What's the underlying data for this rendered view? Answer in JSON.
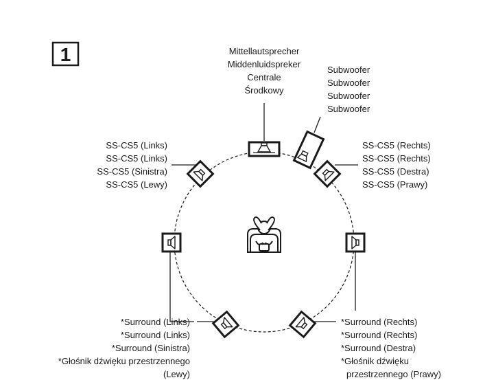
{
  "figure": {
    "step_number": "1",
    "colors": {
      "ink": "#1a1a1a",
      "background": "#ffffff"
    }
  },
  "labels": {
    "center": [
      "Mittellautsprecher",
      "Middenluidspreker",
      "Centrale",
      "Środkowy"
    ],
    "subwoofer": [
      "Subwoofer",
      "Subwoofer",
      "Subwoofer",
      "Subwoofer"
    ],
    "front_left": [
      "SS-CS5 (Links)",
      "SS-CS5 (Links)",
      "SS-CS5 (Sinistra)",
      "SS-CS5 (Lewy)"
    ],
    "front_right": [
      "SS-CS5 (Rechts)",
      "SS-CS5 (Rechts)",
      "SS-CS5 (Destra)",
      "SS-CS5 (Prawy)"
    ],
    "surround_left": [
      "*Surround (Links)",
      "*Surround (Links)",
      "*Surround (Sinistra)",
      "*Głośnik dźwięku przestrzennego",
      "(Lewy)"
    ],
    "surround_right": [
      "*Surround (Rechts)",
      "*Surround (Rechts)",
      "*Surround (Destra)",
      "*Głośnik dźwięku",
      "przestrzennego (Prawy)"
    ]
  },
  "icons": {
    "listener": "listener-icon",
    "speaker": "speaker-icon",
    "subwoofer": "subwoofer-icon"
  }
}
